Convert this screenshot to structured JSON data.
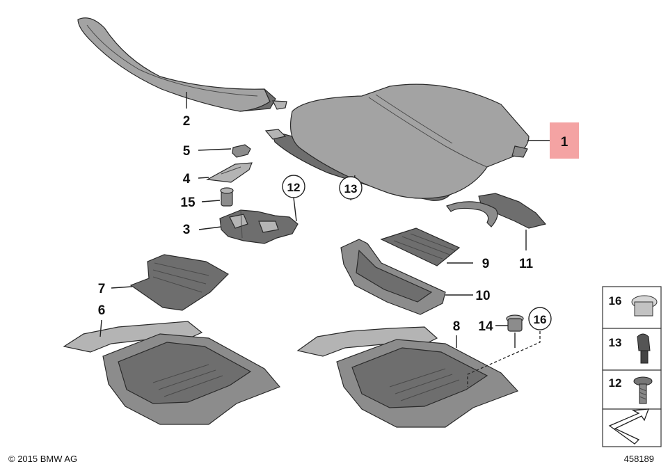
{
  "callouts": {
    "n1": "1",
    "n2": "2",
    "n3": "3",
    "n4": "4",
    "n5": "5",
    "n6": "6",
    "n7": "7",
    "n8": "8",
    "n9": "9",
    "n10": "10",
    "n11": "11",
    "n12": "12",
    "n13": "13",
    "n14": "14",
    "n15": "15",
    "n16": "16"
  },
  "highlight": {
    "part": "1",
    "color": "#f4a3a3"
  },
  "legend": {
    "items": [
      "16",
      "13",
      "12"
    ]
  },
  "footer": {
    "copyright": "© 2015 BMW AG",
    "diagram_id": "458189"
  }
}
